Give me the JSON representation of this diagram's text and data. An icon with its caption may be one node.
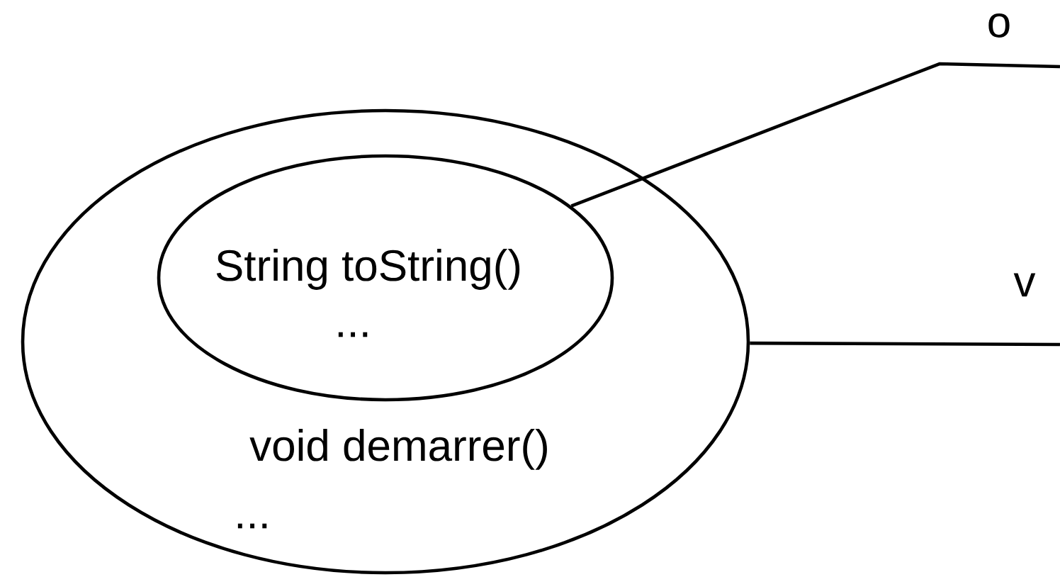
{
  "diagram": {
    "nodes": [
      {
        "text": [
          "void demarrer()",
          "..."
        ]
      },
      {
        "text": [
          "String toString()",
          "..."
        ],
        "in": 0
      }
    ],
    "edges": [
      {
        "from": 1,
        "to": null,
        "arrow": "none"
      },
      {
        "from": 0,
        "to": null,
        "arrow": "none"
      }
    ],
    "labels": [
      "o",
      "v"
    ]
  }
}
